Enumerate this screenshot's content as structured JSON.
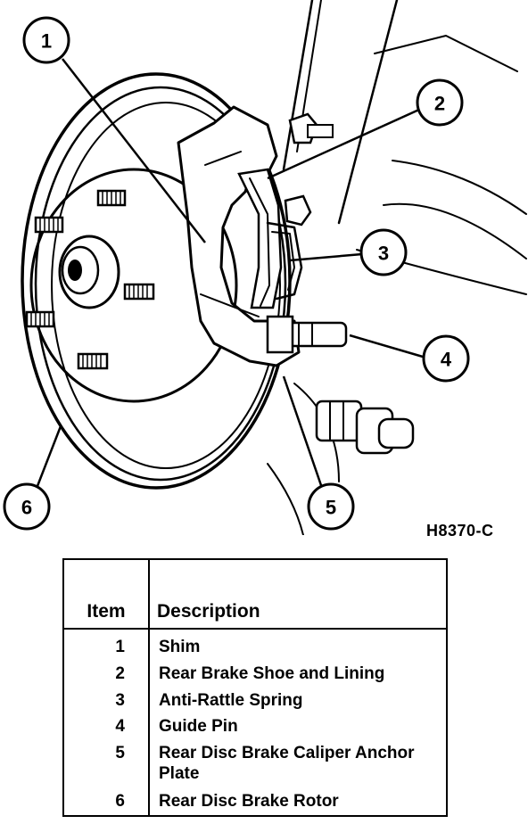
{
  "figure": {
    "code": "H8370-C",
    "callouts": [
      "1",
      "2",
      "3",
      "4",
      "5",
      "6"
    ]
  },
  "legend": {
    "headers": {
      "item": "Item",
      "description": "Description"
    },
    "rows": [
      {
        "item": "1",
        "description": "Shim"
      },
      {
        "item": "2",
        "description": "Rear Brake Shoe and Lining"
      },
      {
        "item": "3",
        "description": "Anti-Rattle Spring"
      },
      {
        "item": "4",
        "description": "Guide Pin"
      },
      {
        "item": "5",
        "description": "Rear Disc Brake Caliper Anchor Plate"
      },
      {
        "item": "6",
        "description": "Rear Disc Brake Rotor"
      }
    ]
  }
}
